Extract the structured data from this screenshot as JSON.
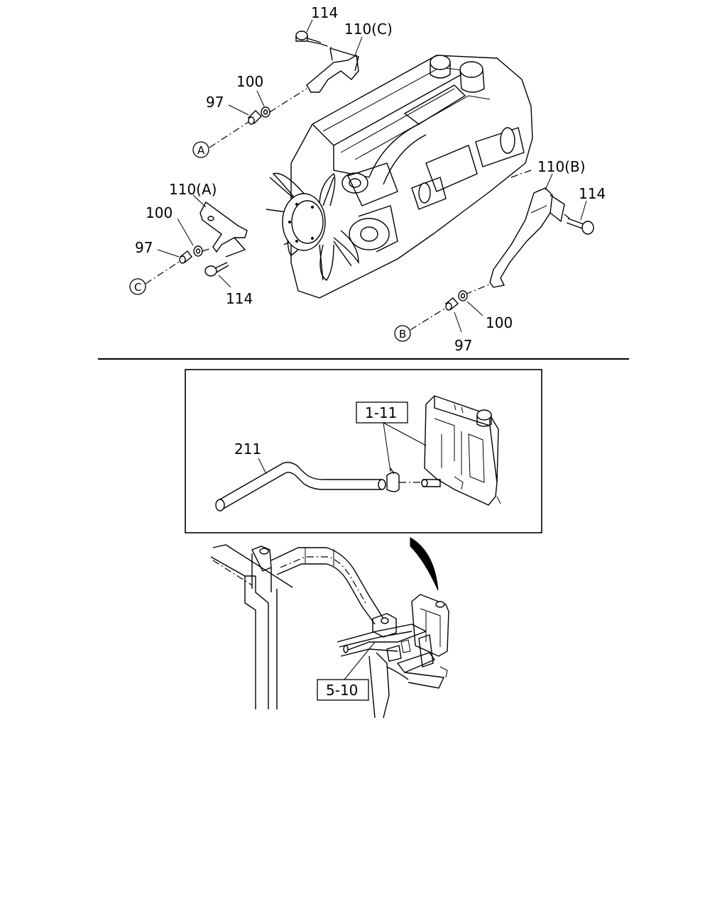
{
  "callouts": {
    "c_114_top": "114",
    "c_110c": "110(C)",
    "c_100_top": "100",
    "c_97_top": "97",
    "c_110a": "110(A)",
    "c_100_left": "100",
    "c_97_left": "97",
    "c_114_left": "114",
    "c_110b": "110(B)",
    "c_114_right": "114",
    "c_100_bottom": "100",
    "c_97_bottom": "97",
    "c_211": "211"
  },
  "circle_refs": {
    "a": "A",
    "b": "B",
    "c": "C"
  },
  "ref_boxes": {
    "r_1_11": "1-11",
    "r_5_10": "5-10"
  }
}
